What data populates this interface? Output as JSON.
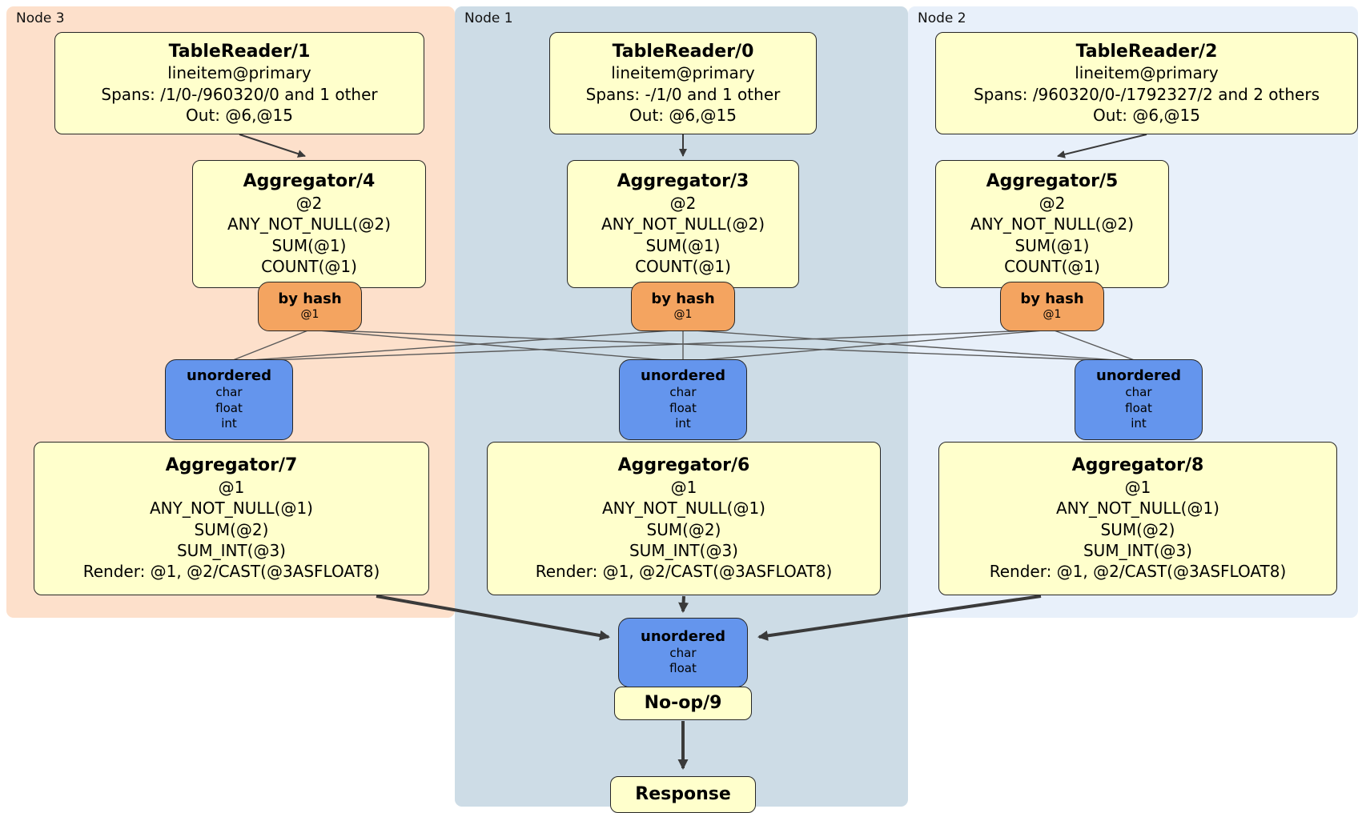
{
  "panels": [
    {
      "label": "Node 3"
    },
    {
      "label": "Node 1"
    },
    {
      "label": "Node 2"
    }
  ],
  "procs": {
    "tr1": {
      "title": "TableReader/1",
      "lines": [
        "lineitem@primary",
        "Spans: /1/0-/960320/0 and 1 other",
        "Out: @6,@15"
      ]
    },
    "tr0": {
      "title": "TableReader/0",
      "lines": [
        "lineitem@primary",
        "Spans: -/1/0 and 1 other",
        "Out: @6,@15"
      ]
    },
    "tr2": {
      "title": "TableReader/2",
      "lines": [
        "lineitem@primary",
        "Spans: /960320/0-/1792327/2 and 2 others",
        "Out: @6,@15"
      ]
    },
    "agg4": {
      "title": "Aggregator/4",
      "lines": [
        "@2",
        "ANY_NOT_NULL(@2)",
        "SUM(@1)",
        "COUNT(@1)"
      ]
    },
    "agg3": {
      "title": "Aggregator/3",
      "lines": [
        "@2",
        "ANY_NOT_NULL(@2)",
        "SUM(@1)",
        "COUNT(@1)"
      ]
    },
    "agg5": {
      "title": "Aggregator/5",
      "lines": [
        "@2",
        "ANY_NOT_NULL(@2)",
        "SUM(@1)",
        "COUNT(@1)"
      ]
    },
    "agg7": {
      "title": "Aggregator/7",
      "lines": [
        "@1",
        "ANY_NOT_NULL(@1)",
        "SUM(@2)",
        "SUM_INT(@3)",
        "Render: @1, @2/CAST(@3ASFLOAT8)"
      ]
    },
    "agg6": {
      "title": "Aggregator/6",
      "lines": [
        "@1",
        "ANY_NOT_NULL(@1)",
        "SUM(@2)",
        "SUM_INT(@3)",
        "Render: @1, @2/CAST(@3ASFLOAT8)"
      ]
    },
    "agg8": {
      "title": "Aggregator/8",
      "lines": [
        "@1",
        "ANY_NOT_NULL(@1)",
        "SUM(@2)",
        "SUM_INT(@3)",
        "Render: @1, @2/CAST(@3ASFLOAT8)"
      ]
    },
    "hash3": {
      "title": "by hash",
      "lines": [
        "@1"
      ]
    },
    "hash1": {
      "title": "by hash",
      "lines": [
        "@1"
      ]
    },
    "hash2": {
      "title": "by hash",
      "lines": [
        "@1"
      ]
    },
    "sync7": {
      "title": "unordered",
      "lines": [
        "char",
        "float",
        "int"
      ]
    },
    "sync6": {
      "title": "unordered",
      "lines": [
        "char",
        "float",
        "int"
      ]
    },
    "sync8": {
      "title": "unordered",
      "lines": [
        "char",
        "float",
        "int"
      ]
    },
    "syncFinal": {
      "title": "unordered",
      "lines": [
        "char",
        "float"
      ]
    },
    "noop": {
      "title": "No-op/9"
    },
    "response": {
      "title": "Response"
    }
  },
  "colors": {
    "node3_panel": "#fde0cb",
    "node1_panel": "#cddce6",
    "node2_panel": "#e8f0fa",
    "proc_fill": "#ffffcc",
    "router_fill": "#f4a460",
    "sync_fill": "#6495ed",
    "edge": "#3a3a3a",
    "edge_thin": "#5a5a5a",
    "border": "#262626"
  }
}
